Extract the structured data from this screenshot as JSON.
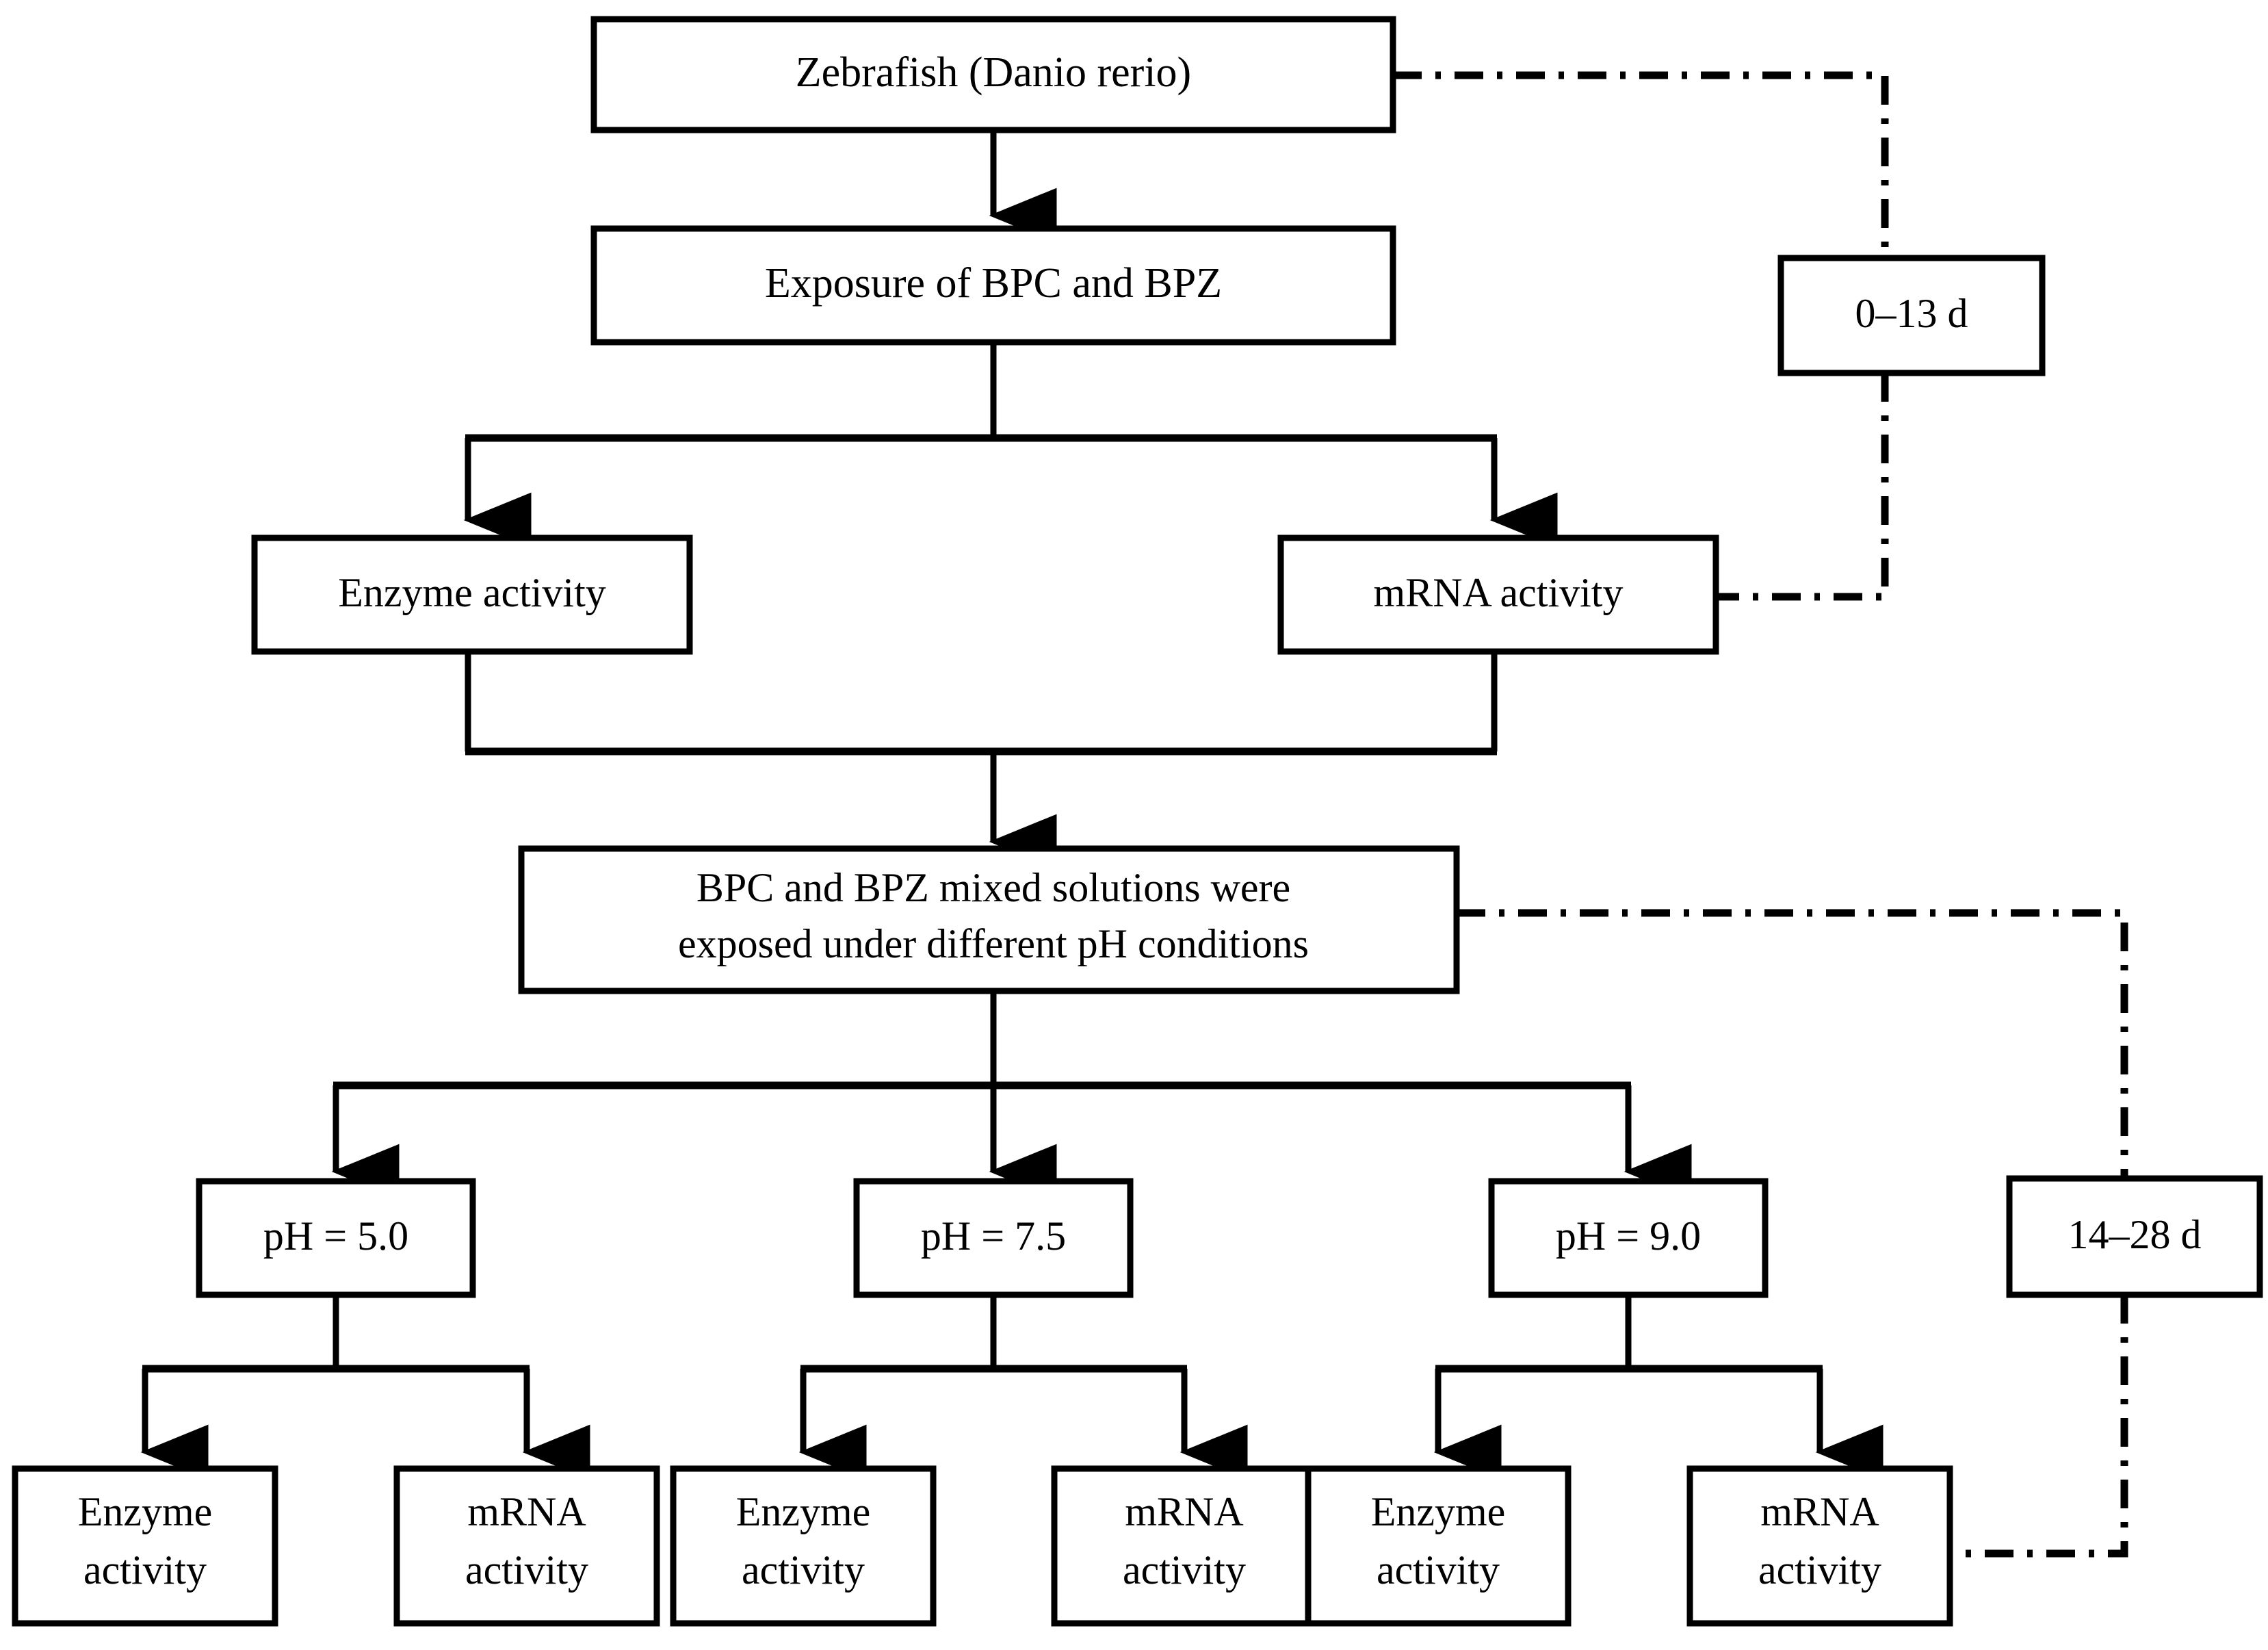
{
  "diagram": {
    "title": "Zebrafish BPC and BPZ exposure experimental design flowchart",
    "background_color": "#ffffff",
    "line_color": "#000000",
    "nodes": {
      "zebrafish": {
        "text_plain": "Zebrafish (Danio rerio)",
        "text_prefix": "Zebrafish (",
        "text_italic": "Danio rerio",
        "text_suffix": ")"
      },
      "exposure": {
        "label": "Exposure of BPC and BPZ"
      },
      "enzyme_phase1": {
        "label": "Enzyme activity"
      },
      "mrna_phase1": {
        "label": "mRNA activity"
      },
      "mixed_solutions": {
        "line1": "BPC and BPZ mixed solutions were",
        "line2": "exposed under different pH conditions"
      },
      "ph_low": {
        "label": "pH = 5.0"
      },
      "ph_mid": {
        "label": "pH = 7.5"
      },
      "ph_high": {
        "label": "pH = 9.0"
      },
      "leaf_1": {
        "line1": "Enzyme",
        "line2": "activity"
      },
      "leaf_2": {
        "line1": "mRNA",
        "line2": "activity"
      },
      "leaf_3": {
        "line1": "Enzyme",
        "line2": "activity"
      },
      "leaf_4": {
        "line1": "mRNA",
        "line2": "activity"
      },
      "leaf_5": {
        "line1": "Enzyme",
        "line2": "activity"
      },
      "leaf_6": {
        "line1": "mRNA",
        "line2": "activity"
      },
      "timespan_early": {
        "label": "0–13 d"
      },
      "timespan_late": {
        "label": "14–28 d"
      }
    },
    "flow_order": [
      "Zebrafish (Danio rerio)",
      "Exposure of BPC and BPZ",
      "Enzyme activity",
      "mRNA activity",
      "BPC and BPZ mixed solutions were exposed under different pH conditions",
      "pH = 5.0",
      "pH = 7.5",
      "pH = 9.0",
      "Enzyme activity",
      "mRNA activity"
    ],
    "annotations": [
      {
        "label": "0–13 d",
        "spans": "Zebrafish (Danio rerio) through mRNA activity"
      },
      {
        "label": "14–28 d",
        "spans": "BPC and BPZ mixed solutions through mRNA activity"
      }
    ]
  }
}
